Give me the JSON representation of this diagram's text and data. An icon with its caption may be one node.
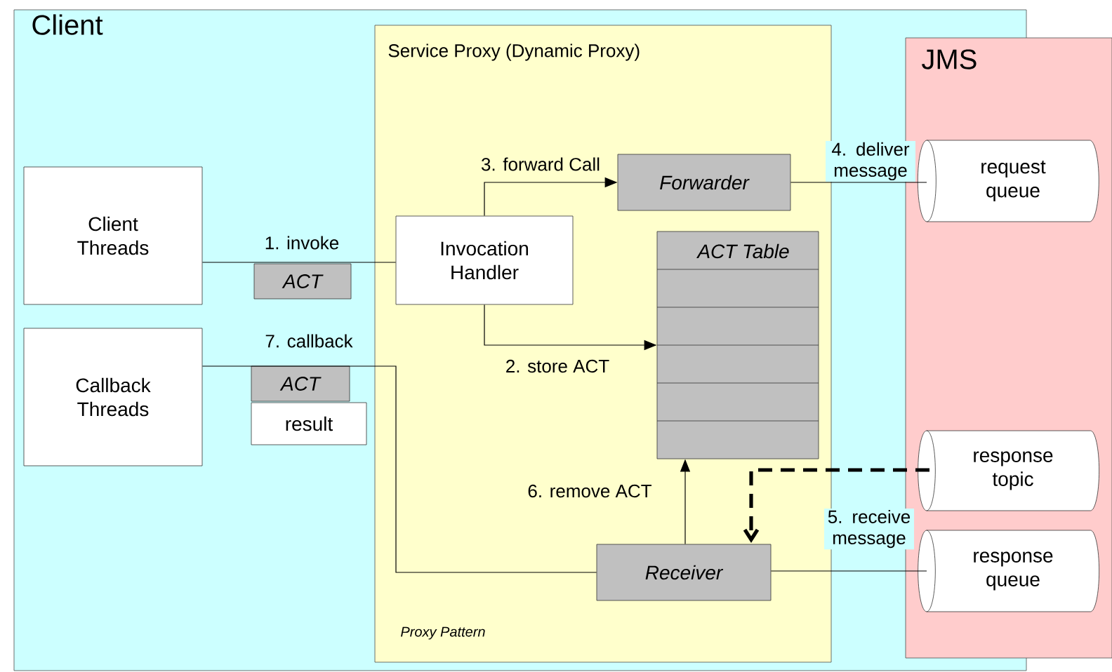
{
  "diagram": {
    "nodes": [
      {
        "text": [
          "Client"
        ]
      },
      {
        "text": [
          "Service Proxy (Dynamic Proxy)",
          "Proxy Pattern"
        ],
        "in": 0
      },
      {
        "text": [
          "JMS"
        ]
      },
      {
        "text": [
          "Client Threads"
        ],
        "in": 0
      },
      {
        "text": [
          "Callback Threads"
        ],
        "in": 0
      },
      {
        "text": [
          "ACT"
        ],
        "in": 0
      },
      {
        "text": [
          "ACT"
        ],
        "in": 0
      },
      {
        "text": [
          "result"
        ],
        "in": 0
      },
      {
        "text": [
          "Invocation Handler"
        ],
        "in": 1
      },
      {
        "text": [
          "Forwarder"
        ],
        "in": 1
      },
      {
        "text": [
          "ACT Table"
        ],
        "in": 1
      },
      {
        "text": [
          "Receiver"
        ],
        "in": 1
      },
      {
        "text": [
          "request queue"
        ],
        "in": 2
      },
      {
        "text": [
          "response topic"
        ],
        "in": 2
      },
      {
        "text": [
          "response queue"
        ],
        "in": 2
      }
    ],
    "edges": [
      {
        "from": 3,
        "to": 8,
        "arrow": "none",
        "label": "1. invoke"
      },
      {
        "from": 8,
        "to": 9,
        "arrow": "to",
        "label": "3. forward Call"
      },
      {
        "from": 8,
        "to": 10,
        "arrow": "to",
        "label": "2. store ACT"
      },
      {
        "from": 9,
        "to": 12,
        "arrow": "none",
        "label": "4. deliver message"
      },
      {
        "from": 14,
        "to": 11,
        "arrow": "none",
        "label": "5. receive message"
      },
      {
        "from": 13,
        "to": 11,
        "arrow": "to",
        "style": "dashed"
      },
      {
        "from": 11,
        "to": 10,
        "arrow": "to",
        "label": "6. remove ACT"
      },
      {
        "from": 11,
        "to": 4,
        "arrow": "none",
        "label": "7. callback"
      }
    ]
  }
}
